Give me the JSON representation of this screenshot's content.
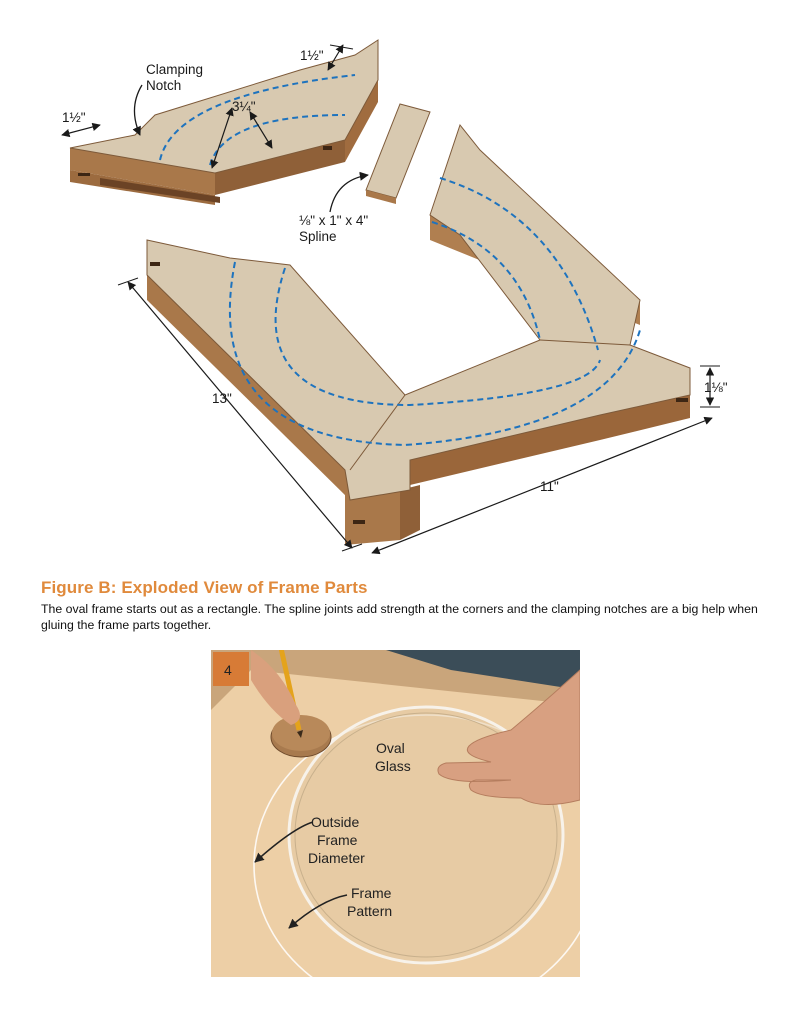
{
  "figure": {
    "dimensions": {
      "notch_top": "1½\"",
      "notch_left": "1½\"",
      "frame_width": "3¼\"",
      "spline_size": "⅛\" x 1\" x 4\"",
      "length": "13\"",
      "width": "11\"",
      "thickness": "1⅛\""
    },
    "labels": {
      "clamping_notch_line1": "Clamping",
      "clamping_notch_line2": "Notch",
      "spline": "Spline"
    },
    "title": "Figure B: Exploded View of Frame Parts",
    "caption": "The oval frame starts out as a rectangle. The spline joints add strength at the corners and the clamping notches are a big help when gluing the frame parts together."
  },
  "photo": {
    "step_number": "4",
    "labels": {
      "oval_glass_line1": "Oval",
      "oval_glass_line2": "Glass",
      "outside_line1": "Outside",
      "outside_line2": "Frame",
      "outside_line3": "Diameter",
      "pattern_line1": "Frame",
      "pattern_line2": "Pattern"
    }
  },
  "colors": {
    "title_orange": "#e08a3c",
    "wood_top": "#d8c9b0",
    "wood_side": "#a9784a",
    "dash_blue": "#1e73be",
    "photo_bg": "#e3b98c"
  }
}
